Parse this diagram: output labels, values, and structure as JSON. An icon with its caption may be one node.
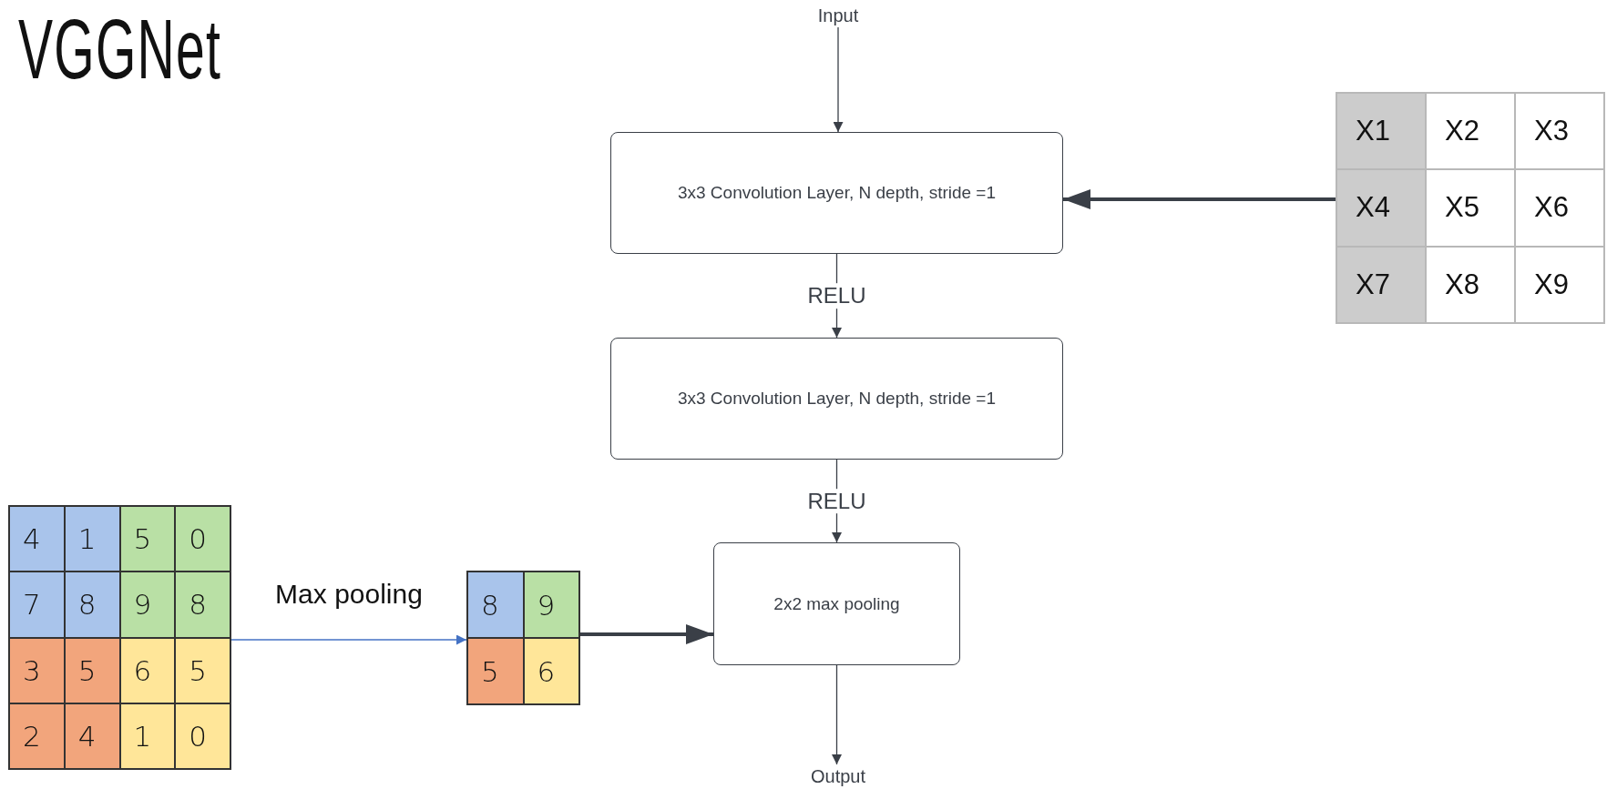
{
  "diagram": {
    "title": "VGGNet",
    "nodes": [
      {
        "text": [
          "Input"
        ]
      },
      {
        "text": [
          "3x3 Convolution Layer, N depth, stride =1"
        ]
      },
      {
        "text": [
          "X1",
          "X2",
          "X3",
          "X4",
          "X5",
          "X6",
          "X7",
          "X8",
          "X9"
        ]
      },
      {
        "text": [
          "3x3 Convolution Layer, N depth, stride =1"
        ]
      },
      {
        "text": [
          "4",
          "1",
          "5",
          "0",
          "7",
          "8",
          "9",
          "8",
          "3",
          "5",
          "6",
          "5",
          "2",
          "4",
          "1",
          "0"
        ]
      },
      {
        "text": [
          "8",
          "9",
          "5",
          "6"
        ]
      },
      {
        "text": [
          "2x2 max pooling"
        ]
      },
      {
        "text": [
          "Output"
        ]
      }
    ],
    "edges": [
      {
        "from": 0,
        "to": 1,
        "arrow": "to"
      },
      {
        "from": 2,
        "to": 1,
        "arrow": "to",
        "style": "thick"
      },
      {
        "from": 1,
        "to": 3,
        "arrow": "to",
        "label": "RELU"
      },
      {
        "from": 3,
        "to": 6,
        "arrow": "to",
        "label": "RELU"
      },
      {
        "from": 4,
        "to": 5,
        "arrow": "to",
        "label": "Max pooling",
        "color": "#4472c4"
      },
      {
        "from": 5,
        "to": 6,
        "arrow": "to",
        "style": "thick"
      },
      {
        "from": 6,
        "to": 7,
        "arrow": "to"
      }
    ]
  }
}
